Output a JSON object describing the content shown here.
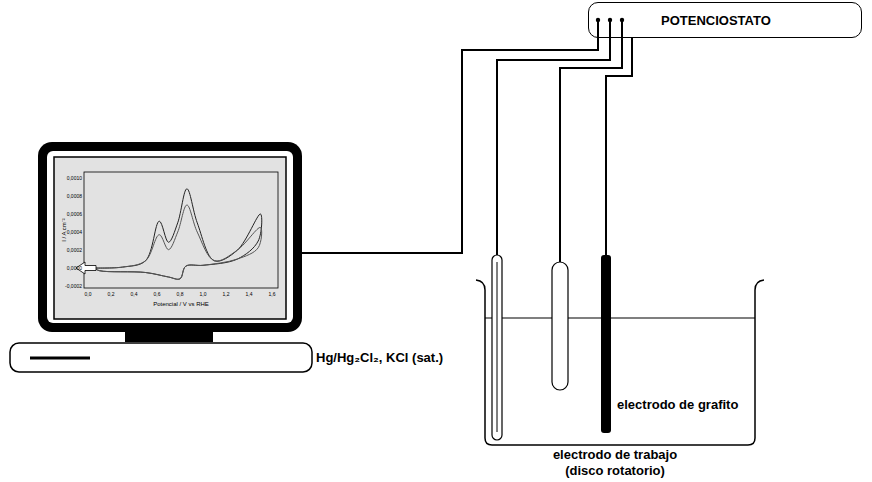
{
  "diagram": {
    "nodes": [
      {
        "text": [
          "POTENCIOSTATO"
        ]
      }
    ],
    "labels": [
      "0,0010",
      "0,0008",
      "0,0006",
      "0,0004",
      "0,0002",
      "0,0000",
      "-0,0002",
      "I / A cm⁻²",
      "0,0",
      "0,2",
      "0,4",
      "0,6",
      "0,8",
      "1,0",
      "1,2",
      "1,4",
      "1,6",
      "Potencial / V vs RHE",
      "Hg/Hg₂Cl₂, KCl (sat.)",
      "electrodo de trabajo (disco rotatorio)",
      "electrodo de grafito"
    ]
  }
}
